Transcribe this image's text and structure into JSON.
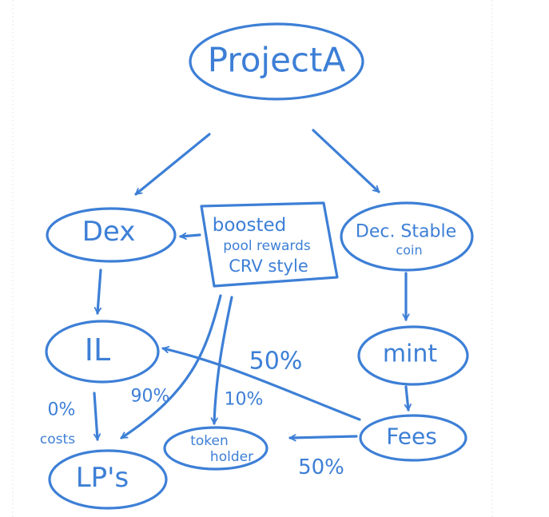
{
  "nodes": {
    "project": {
      "label": "ProjectA"
    },
    "dex": {
      "label": "Dex"
    },
    "boost": {
      "lines": [
        "boosted",
        "pool rewards",
        "CRV style"
      ]
    },
    "stable": {
      "lines": [
        "Dec. Stable",
        "coin"
      ]
    },
    "il": {
      "label": "IL"
    },
    "mint": {
      "label": "mint"
    },
    "fees": {
      "label": "Fees"
    },
    "lps": {
      "label": "LP's"
    },
    "token": {
      "lines": [
        "token",
        "holder"
      ]
    }
  },
  "annotations": {
    "fees_to_il": "50%",
    "fees_to_token": "50%",
    "il_to_lps_pct": "0%",
    "il_to_lps_costs": "costs",
    "boost_to_lps": "90%",
    "boost_to_token": "10%"
  },
  "colors": {
    "ink": "#3d7fd6",
    "background": "#ffffff"
  }
}
